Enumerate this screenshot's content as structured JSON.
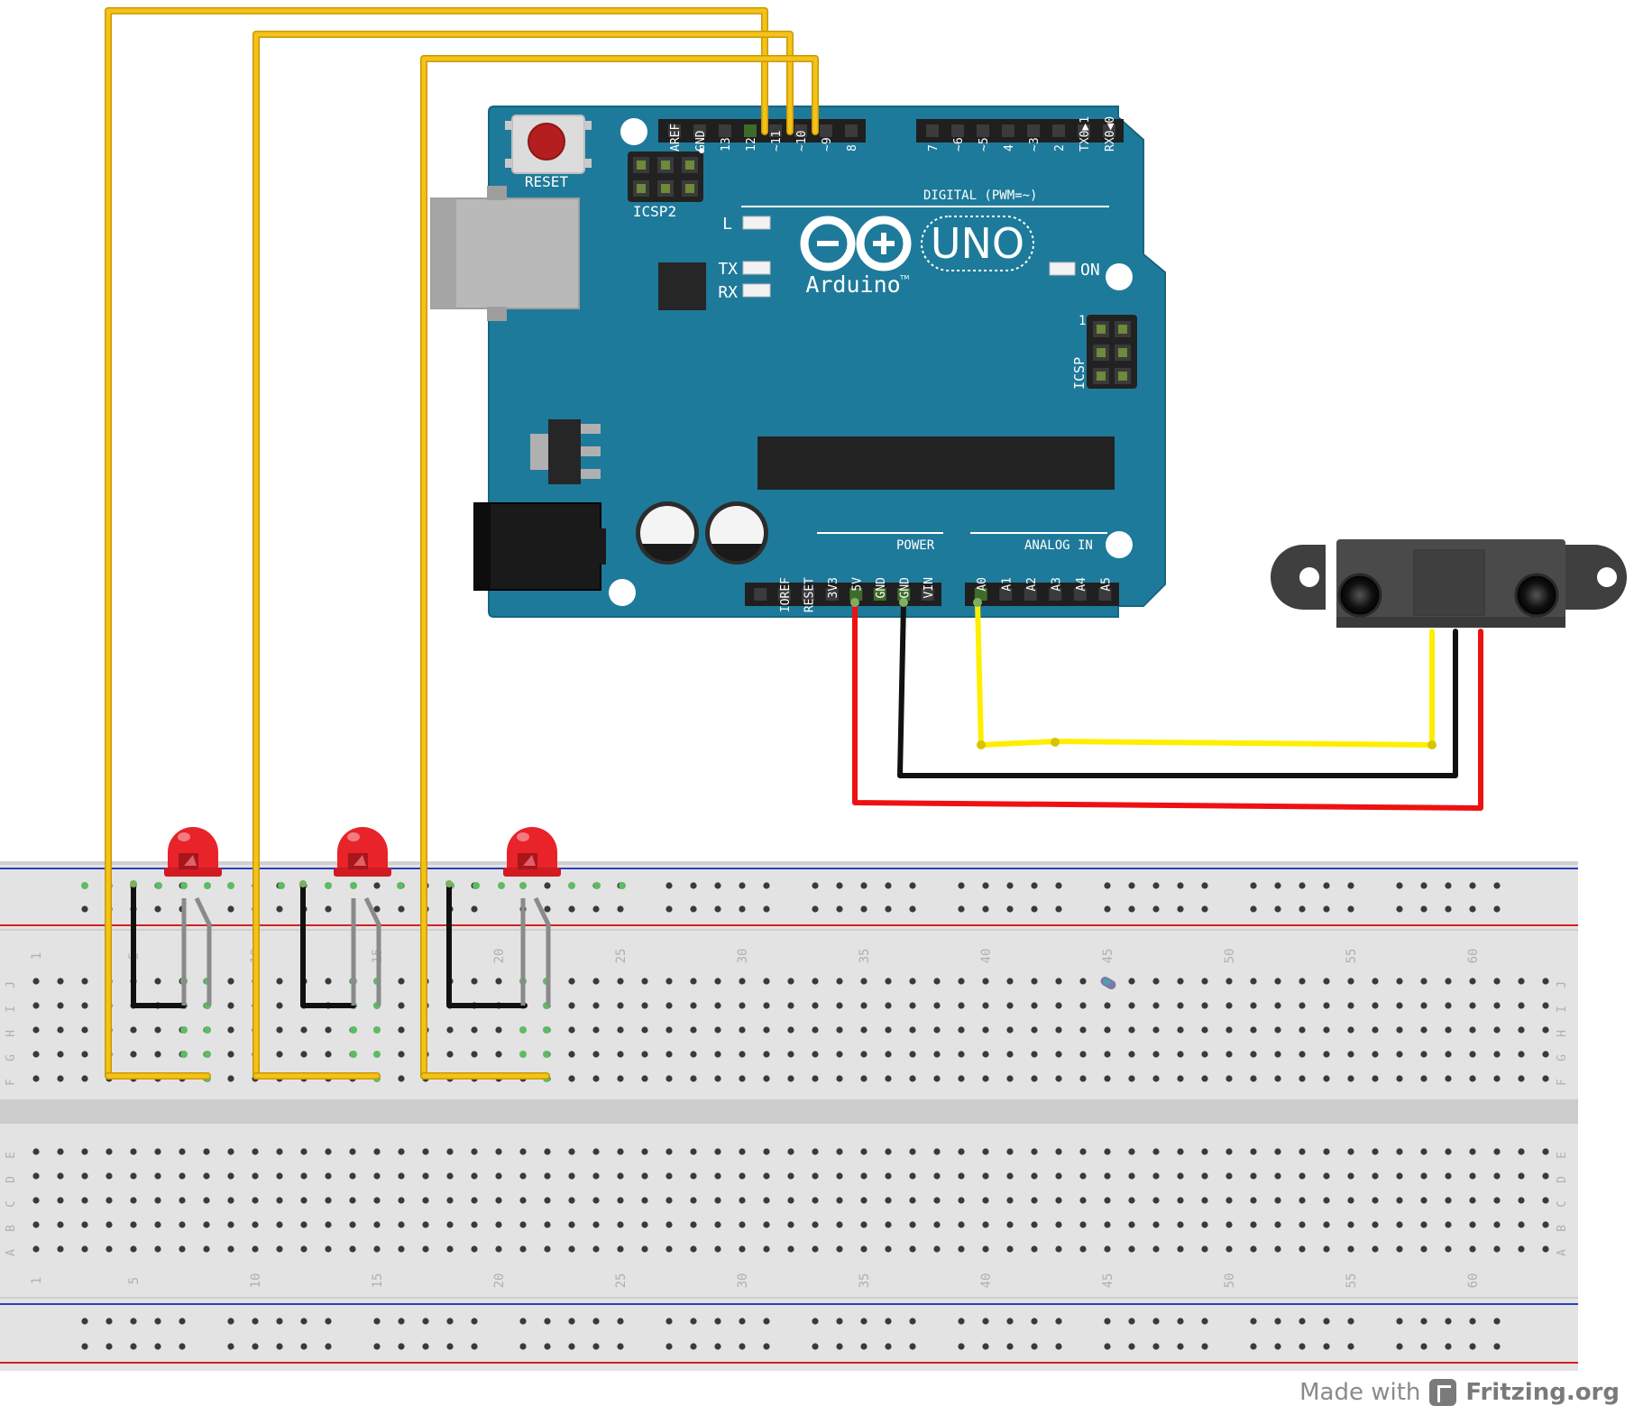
{
  "board": {
    "reset_label": "RESET",
    "icsp2_label": "ICSP2",
    "icsp_label": "ICSP",
    "icsp_pin1": "1",
    "logo_text": "Arduino",
    "tm": "TM",
    "uno_text": "UNO",
    "digital_label": "DIGITAL (PWM=~)",
    "power_label": "POWER",
    "analog_label": "ANALOG IN",
    "led_l": "L",
    "led_tx": "TX",
    "led_rx": "RX",
    "led_on": "ON",
    "digital_pins_left": [
      "AREF",
      "GND",
      "13",
      "12",
      "~11",
      "~10",
      "~9",
      "8"
    ],
    "digital_pins_right": [
      "7",
      "~6",
      "~5",
      "4",
      "~3",
      "2",
      "TX0▶1",
      "RX0◀0"
    ],
    "power_pins": [
      "IOREF",
      "RESET",
      "3V3",
      "5V",
      "GND",
      "GND",
      "VIN"
    ],
    "analog_pins": [
      "A0",
      "A1",
      "A2",
      "A3",
      "A4",
      "A5"
    ]
  },
  "breadboard": {
    "row_letters_top": [
      "J",
      "I",
      "H",
      "G",
      "F"
    ],
    "row_letters_bottom": [
      "E",
      "D",
      "C",
      "B",
      "A"
    ],
    "column_numbers_top": [
      "1",
      "5",
      "10",
      "15",
      "20",
      "25",
      "30",
      "35",
      "40",
      "45",
      "50",
      "55",
      "60"
    ],
    "column_numbers_bottom": [
      "1",
      "5",
      "10",
      "15",
      "20",
      "25",
      "30",
      "35",
      "40",
      "45",
      "50",
      "55",
      "60"
    ]
  },
  "colors": {
    "board": "#1e7a9a",
    "wire_digital": "#f5c21a",
    "wire_signal": "#ffee00",
    "wire_ground": "#111111",
    "wire_power": "#ee1111",
    "led": "#e8232a"
  },
  "credit": {
    "prefix": "Made with",
    "brand": "Fritzing.org"
  }
}
